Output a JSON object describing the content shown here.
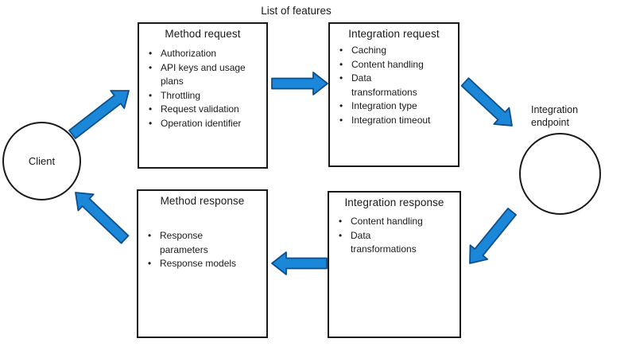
{
  "title": "List of features",
  "colors": {
    "ink": "#1a1a1a",
    "background": "#ffffff",
    "arrow_fill": "#1b87d8",
    "arrow_stroke": "#0d4f8c"
  },
  "nodes": {
    "client": {
      "label": "Client"
    },
    "integration_endpoint": {
      "label": "Integration endpoint"
    }
  },
  "boxes": [
    {
      "id": "method-request",
      "title": "Method request",
      "items": [
        "Authorization",
        "API keys and usage plans",
        "Throttling",
        "Request validation",
        "Operation identifier"
      ]
    },
    {
      "id": "integration-request",
      "title": "Integration request",
      "items": [
        "Caching",
        "Content handling",
        "Data transformations",
        "Integration type",
        "Integration timeout"
      ]
    },
    {
      "id": "method-response",
      "title": "Method response",
      "items": [
        "Response parameters",
        "Response models"
      ]
    },
    {
      "id": "integration-response",
      "title": "Integration response",
      "items": [
        "Content handling",
        "Data transformations"
      ]
    }
  ],
  "arrows": [
    {
      "name": "arrow-client-to-method-request",
      "from": "client",
      "to": "method-request"
    },
    {
      "name": "arrow-method-request-to-integration-request",
      "from": "method-request",
      "to": "integration-request"
    },
    {
      "name": "arrow-integration-request-to-integration-endpoint",
      "from": "integration-request",
      "to": "integration-endpoint"
    },
    {
      "name": "arrow-integration-endpoint-to-integration-response",
      "from": "integration-endpoint",
      "to": "integration-response"
    },
    {
      "name": "arrow-integration-response-to-method-response",
      "from": "integration-response",
      "to": "method-response"
    },
    {
      "name": "arrow-method-response-to-client",
      "from": "method-response",
      "to": "client"
    }
  ]
}
